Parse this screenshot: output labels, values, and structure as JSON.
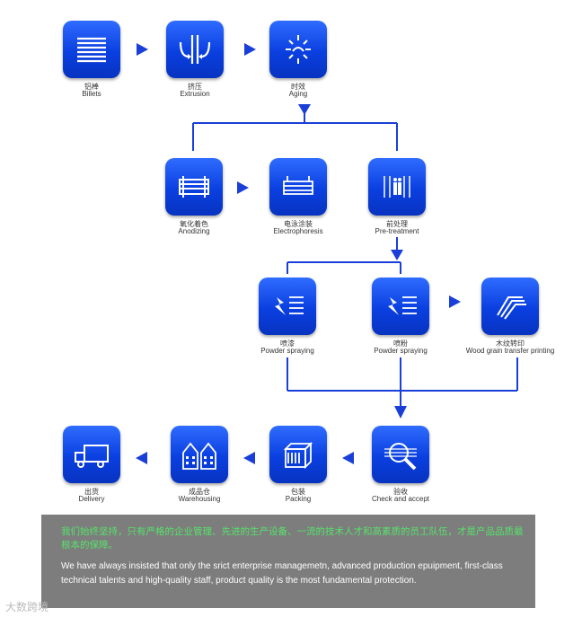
{
  "nodes": {
    "billets": {
      "cn": "铝棒",
      "en": "Billets"
    },
    "extrusion": {
      "cn": "挤压",
      "en": "Extrusion"
    },
    "aging": {
      "cn": "时效",
      "en": "Aging"
    },
    "anodizing": {
      "cn": "氧化着色",
      "en": "Anodizing"
    },
    "electrophoresis": {
      "cn": "电泳涂装",
      "en": "Electrophoresis"
    },
    "pretreatment": {
      "cn": "前处理",
      "en": "Pre-treatment"
    },
    "powder1": {
      "cn": "喷漆",
      "en": "Powder spraying"
    },
    "powder2": {
      "cn": "喷粉",
      "en": "Powder spraying"
    },
    "woodgrain": {
      "cn": "木纹转印",
      "en": "Wood grain transfer printing"
    },
    "check": {
      "cn": "验收",
      "en": "Check and accept"
    },
    "packing": {
      "cn": "包装",
      "en": "Packing"
    },
    "warehousing": {
      "cn": "成品仓",
      "en": "Warehousing"
    },
    "delivery": {
      "cn": "出货",
      "en": "Delivery"
    }
  },
  "banner": {
    "cn": "我们始终坚持，只有严格的企业管理、先进的生产设备、一流的技术人才和高素质的员工队伍，才是产品品质最根本的保障。",
    "en": "We have always insisted that only the srict enterprise managemetn, advanced production epuipment, first-class technical talents and high-quality staff, product quality is the most fundamental protection."
  },
  "watermark": "大数跨境",
  "colors": {
    "tile": "#0a3fe0",
    "line": "#1a3fd8",
    "banner": "#7d7d7d",
    "banner_cn": "#56e26a"
  }
}
